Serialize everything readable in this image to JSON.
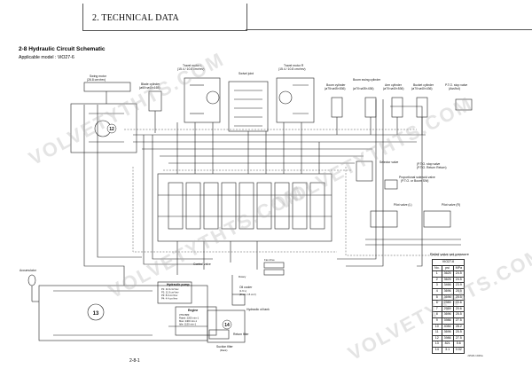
{
  "header": {
    "title": "2. TECHNICAL DATA"
  },
  "section": {
    "title": "2-8 Hydraulic Circuit Schematic",
    "applicable_model": "Applicable model : ViO27-6"
  },
  "page_number": "2-8-1",
  "watermark": "VOLVETYTHTS.COM",
  "labels": {
    "swing_motor": "Swing motor",
    "swing_motor_spec": "(26.8 cm³/rev)",
    "blade_cylinder": "Blade cylinder",
    "blade_cylinder_spec": "(ø60×ø40×165)",
    "travel_motor_l": "Travel motor L",
    "travel_motor_l_spec": "(15.4 / 10.8 cm³/rev)",
    "swivel_joint": "Swivel joint",
    "travel_motor_r": "Travel motor R",
    "travel_motor_r_spec": "(15.4 / 10.8 cm³/rev)",
    "boom_cylinder": "Boom cylinder",
    "boom_cylinder_spec": "(ø75×ø45×536)",
    "boom_swing_cylinder": "Boom swing cylinder",
    "boom_swing_cylinder_spec": "(ø70×ø35×436)",
    "arm_cylinder": "Arm cylinder",
    "arm_cylinder_spec": "(ø70×ø40×536)",
    "bucket_cylinder": "Bucket cylinder",
    "bucket_cylinder_spec": "(ø70×ø40×436)",
    "pto_stop_valve": "P.T.O. stop valve",
    "pto_stop_valve_spec": "(Ass'ltol)",
    "selector_valve": "Selector valve",
    "pto_stop_valve_return": "(P.T.O. stop valve",
    "pto_stop_valve_return2": "(P.T.O. Return Return)",
    "proportional_solenoid_valve": "Proportional solenoid valve",
    "proportional_solenoid_spec": "(P.T.O. or Boom SW)",
    "pilot_valve_l": "Pilot valve (L)",
    "pilot_valve_r": "Pilot valve (R)",
    "control_valve": "Control valve",
    "accumulator": "Accumulator",
    "hydraulic_pump": "Hydraulic pump",
    "pump_spec_1": "P1: 11.9 cm³/rev",
    "pump_spec_2": "P2: 11.9 cm³/rev",
    "pump_spec_3": "P3: 8.0 cm³/rev",
    "pump_spec_4": "P4: 4.4 cm³/rev",
    "engine": "Engine",
    "engine_spec_1": "3TNV88F",
    "engine_spec_2": "Rated: 2200 min-1",
    "engine_spec_3": "Max: 2400 min-1",
    "engine_spec_4": "Idle: 1150 min-1",
    "oil_cooler": "Oil cooler",
    "oil_cooler_spec": "(1.6 L)",
    "oil_cooler_spec2": "(Drain: 15 cm³)",
    "hydraulic_oil_tank": "Hydraulic oil tank",
    "return_filter": "Return filter",
    "suction_filter": "Suction filter",
    "suction_filter_spec": "(Rank)",
    "rotary": "Rotary",
    "fan_drive": "Fan drive"
  },
  "relief_table": {
    "title": "Relief valve set pressure",
    "subtitle": "VIO27-6",
    "columns": [
      "No.",
      "psi",
      "MPa"
    ],
    "rows": [
      [
        "1",
        "3625",
        "24.5"
      ],
      [
        "2",
        "3625",
        "24.5"
      ],
      [
        "3",
        "3466",
        "23.9"
      ],
      [
        "4",
        "3696",
        "25.5"
      ],
      [
        "5",
        "3696",
        "25.5"
      ],
      [
        "6",
        "2989",
        "20.6"
      ],
      [
        "7",
        "2989",
        "20.6"
      ],
      [
        "8",
        "3696",
        "25.5"
      ],
      [
        "9",
        "3986",
        "27.5"
      ],
      [
        "10",
        "4084",
        "28.2"
      ],
      [
        "11",
        "3696",
        "25.5"
      ],
      [
        "12",
        "3986",
        "27.5"
      ],
      [
        "13",
        "821",
        "5.6"
      ],
      [
        "14",
        "3.1",
        "0.02"
      ]
    ],
    "reference": "J1520-1046a"
  },
  "circle_numbers": [
    "12",
    "13",
    "14"
  ]
}
